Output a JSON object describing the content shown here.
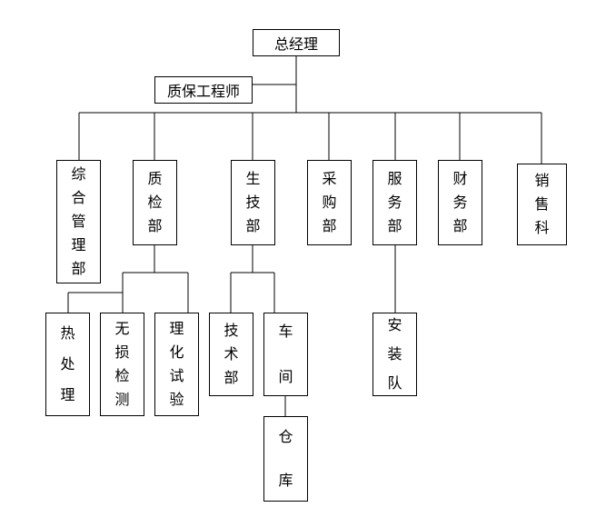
{
  "nodes": {
    "gm": "总经理",
    "qa_engineer": "质保工程师",
    "admin": "综合管理部",
    "quality": "质检部",
    "production": "生技部",
    "purchasing": "采购部",
    "service": "服务部",
    "finance": "财务部",
    "sales": "销售科",
    "heat": "热处理",
    "ndt": "无损检测",
    "physchem": "理化试验",
    "technical": "技术部",
    "workshop": "车间",
    "install": "安装队",
    "warehouse": "仓库"
  }
}
